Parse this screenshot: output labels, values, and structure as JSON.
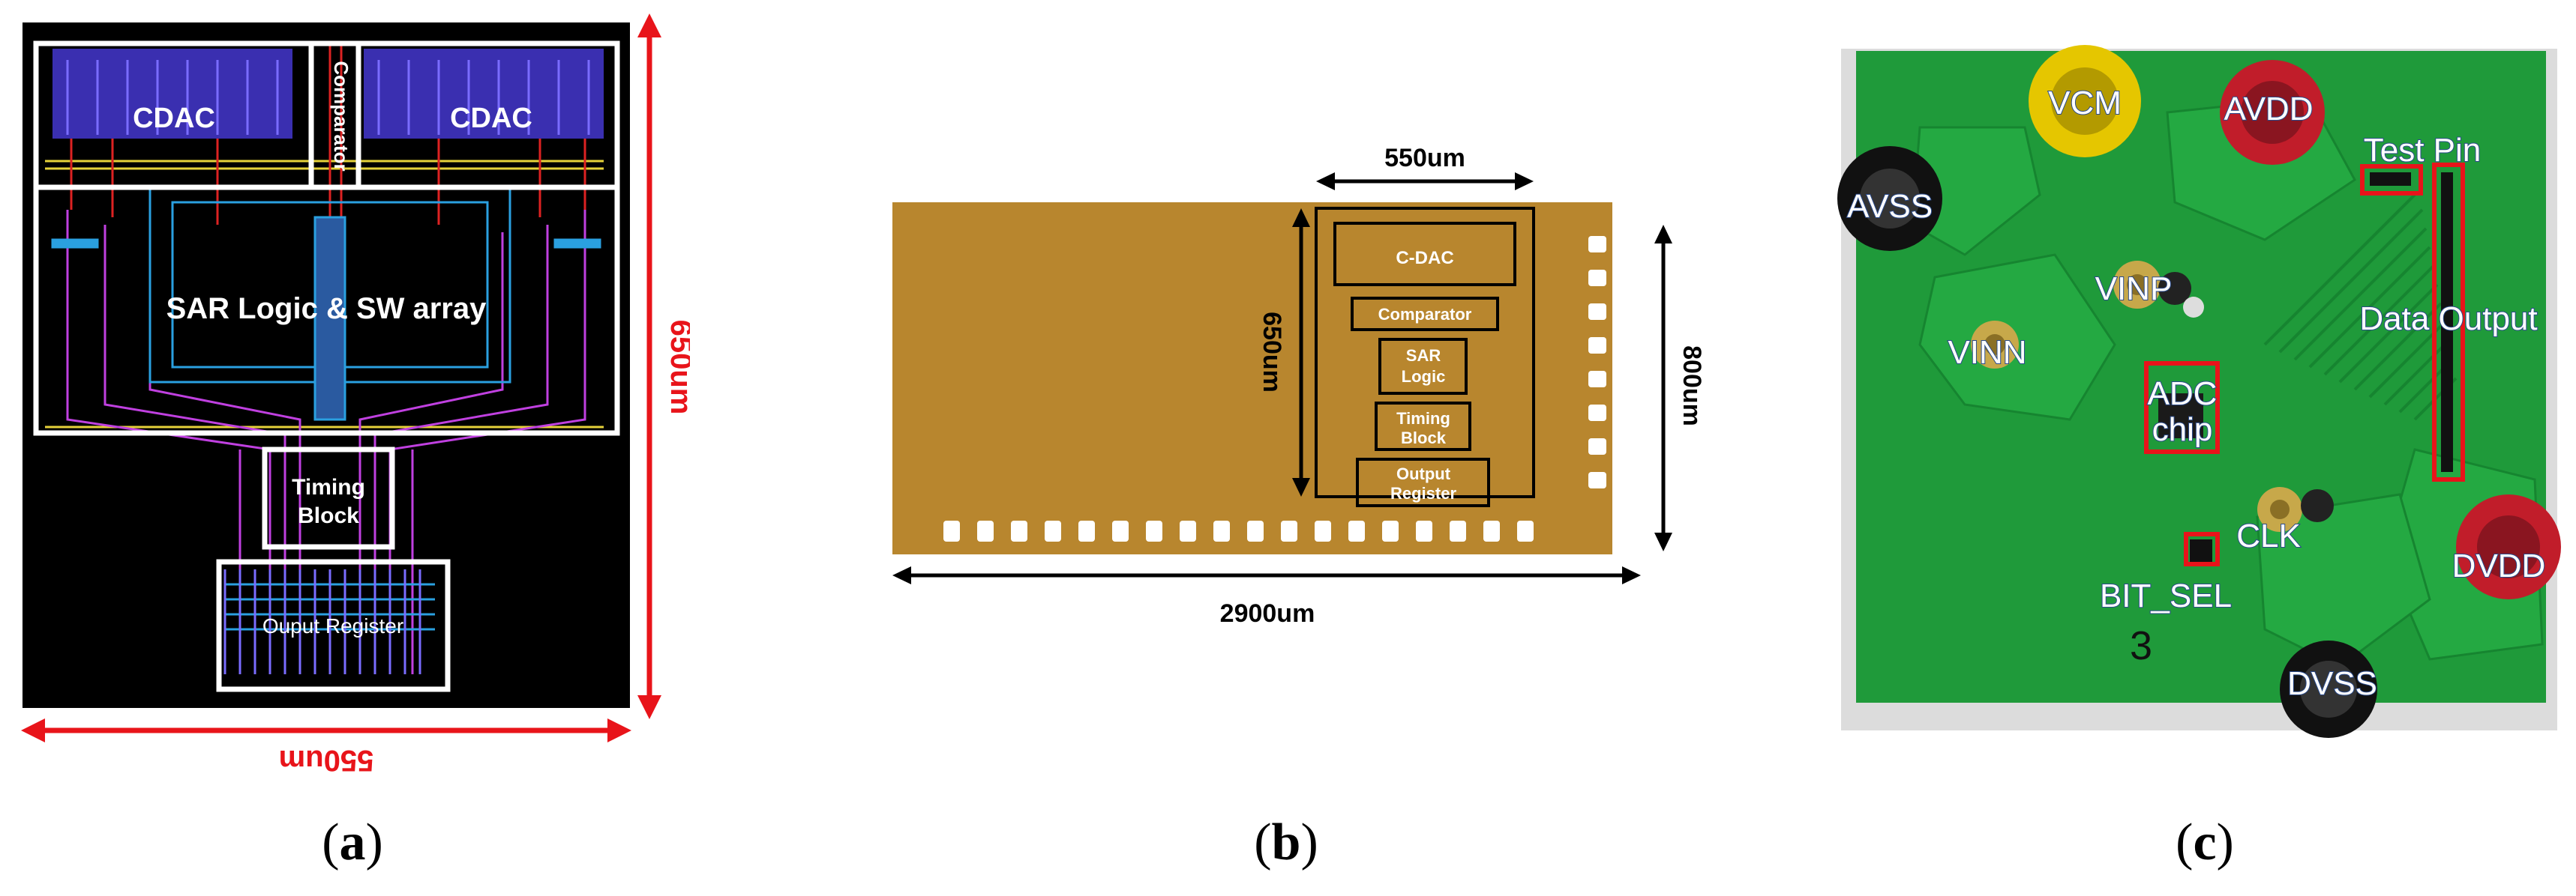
{
  "panel_a": {
    "cdac_left": "CDAC",
    "cdac_right": "CDAC",
    "comparator": "Comparator",
    "sar_logic": "SAR Logic & SW array",
    "timing_line1": "Timing",
    "timing_line2": "Block",
    "output_register": "Ouput Register",
    "height_dim": "650um",
    "width_dim": "550um",
    "dim_color": "#e8141a",
    "caption": "a"
  },
  "panel_b": {
    "width_top": "550um",
    "height_left": "650um",
    "height_right": "800um",
    "width_bottom": "2900um",
    "cdac": "C-DAC",
    "comparator": "Comparator",
    "sar_line1": "SAR",
    "sar_line2": "Logic",
    "timing_line1": "Timing",
    "timing_line2": "Block",
    "output_line1": "Output",
    "output_line2": "Register",
    "die_color": "#b8862e",
    "caption": "b"
  },
  "panel_c": {
    "vcm": "VCM",
    "avdd": "AVDD",
    "test_pin": "Test Pin",
    "avss": "AVSS",
    "vinp": "VINP",
    "vinn": "VINN",
    "data_output": "Data Output",
    "adc_line1": "ADC",
    "adc_line2": "chip",
    "clk": "CLK",
    "bit_sel": "BIT_SEL",
    "dvdd": "DVDD",
    "dvss": "DVSS",
    "pcb_marking": "3",
    "pcb_color": "#1f9a3a",
    "caption": "c"
  }
}
